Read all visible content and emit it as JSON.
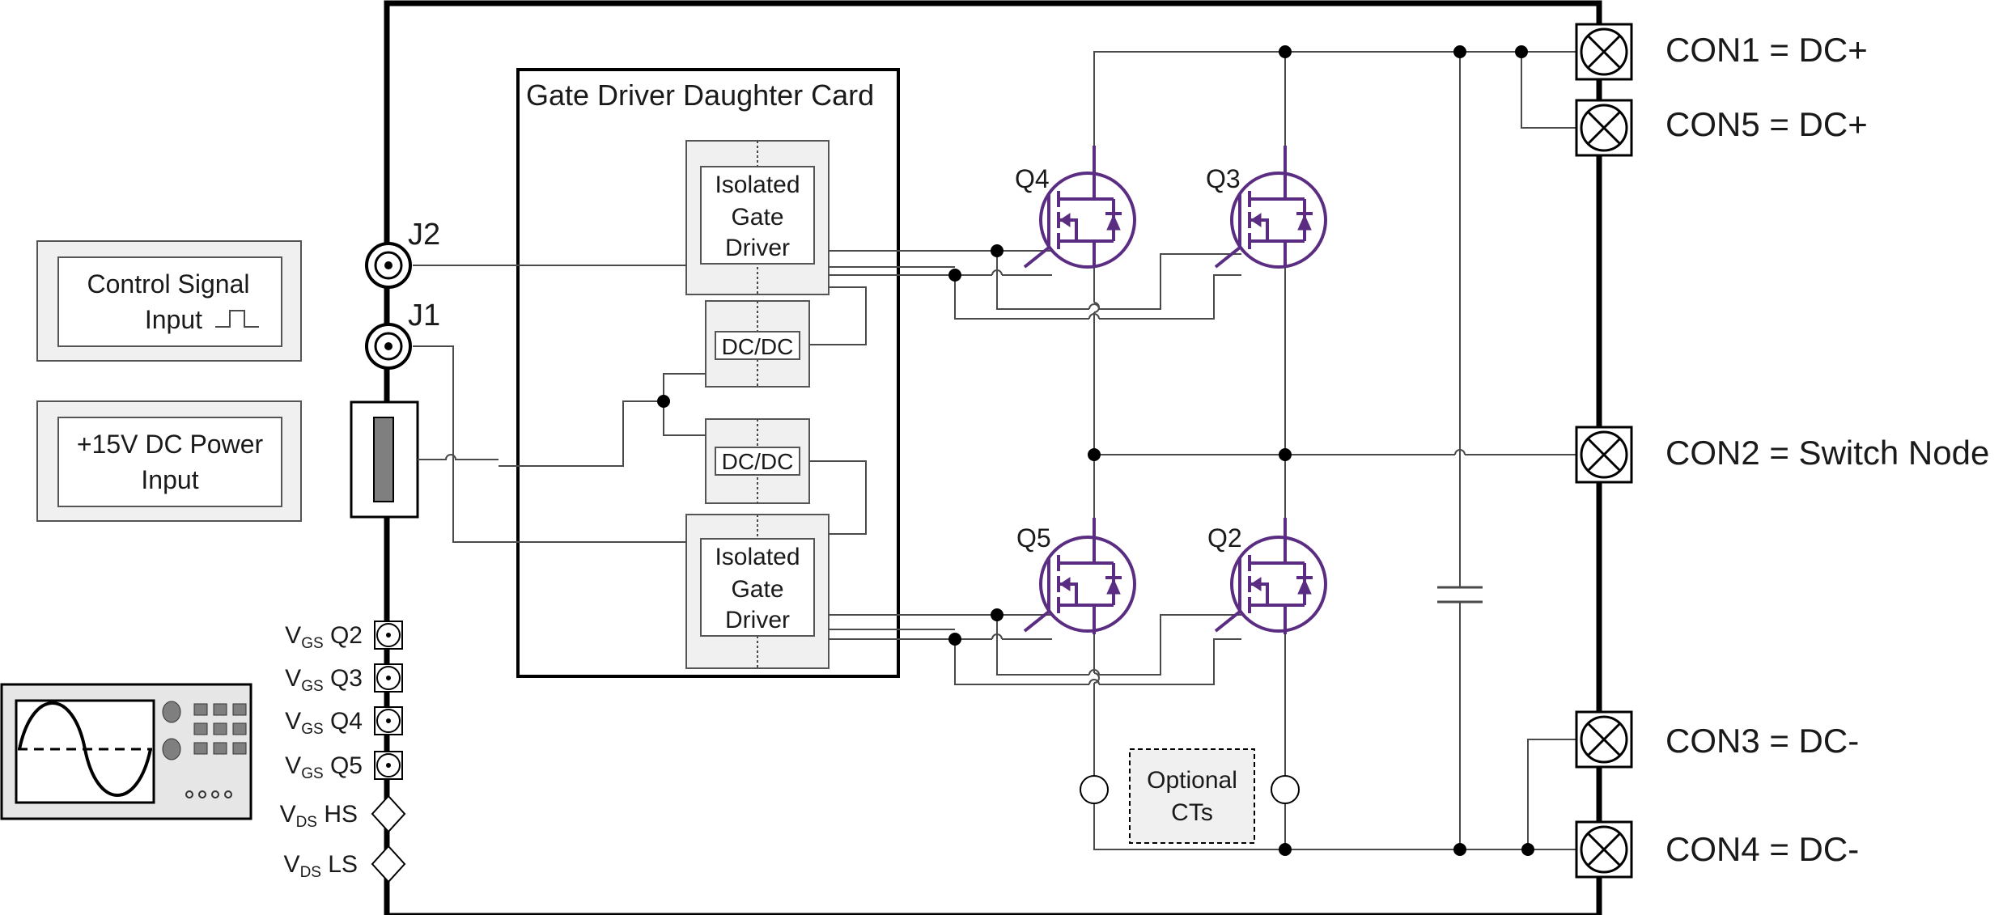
{
  "daughter_card": {
    "title": "Gate Driver Daughter Card"
  },
  "gate_driver_top": {
    "line1": "Isolated",
    "line2": "Gate",
    "line3": "Driver"
  },
  "gate_driver_bottom": {
    "line1": "Isolated",
    "line2": "Gate",
    "line3": "Driver"
  },
  "dcdc_top": {
    "label": "DC/DC"
  },
  "dcdc_bottom": {
    "label": "DC/DC"
  },
  "control_input": {
    "line1": "Control Signal",
    "line2": "Input"
  },
  "power_input": {
    "line1": "+15V DC Power",
    "line2": "Input"
  },
  "bnc": {
    "j2": "J2",
    "j1": "J1"
  },
  "fets": {
    "q4": "Q4",
    "q3": "Q3",
    "q5": "Q5",
    "q2": "Q2"
  },
  "connectors": {
    "con1": "CON1 = DC+",
    "con5": "CON5 = DC+",
    "con2": "CON2 = Switch Node",
    "con3": "CON3 = DC-",
    "con4": "CON4 = DC-"
  },
  "probes": [
    {
      "main": "V",
      "sub": "GS",
      "rest": " Q2"
    },
    {
      "main": "V",
      "sub": "GS",
      "rest": " Q3"
    },
    {
      "main": "V",
      "sub": "GS",
      "rest": " Q4"
    },
    {
      "main": "V",
      "sub": "GS",
      "rest": " Q5"
    },
    {
      "main": "V",
      "sub": "DS",
      "rest": " HS"
    },
    {
      "main": "V",
      "sub": "DS",
      "rest": " LS"
    }
  ],
  "optional_cts": {
    "line1": "Optional",
    "line2": "CTs"
  },
  "colors": {
    "mosfet": "#5a2d82",
    "wire": "#4a4a4a",
    "board": "#000000"
  }
}
